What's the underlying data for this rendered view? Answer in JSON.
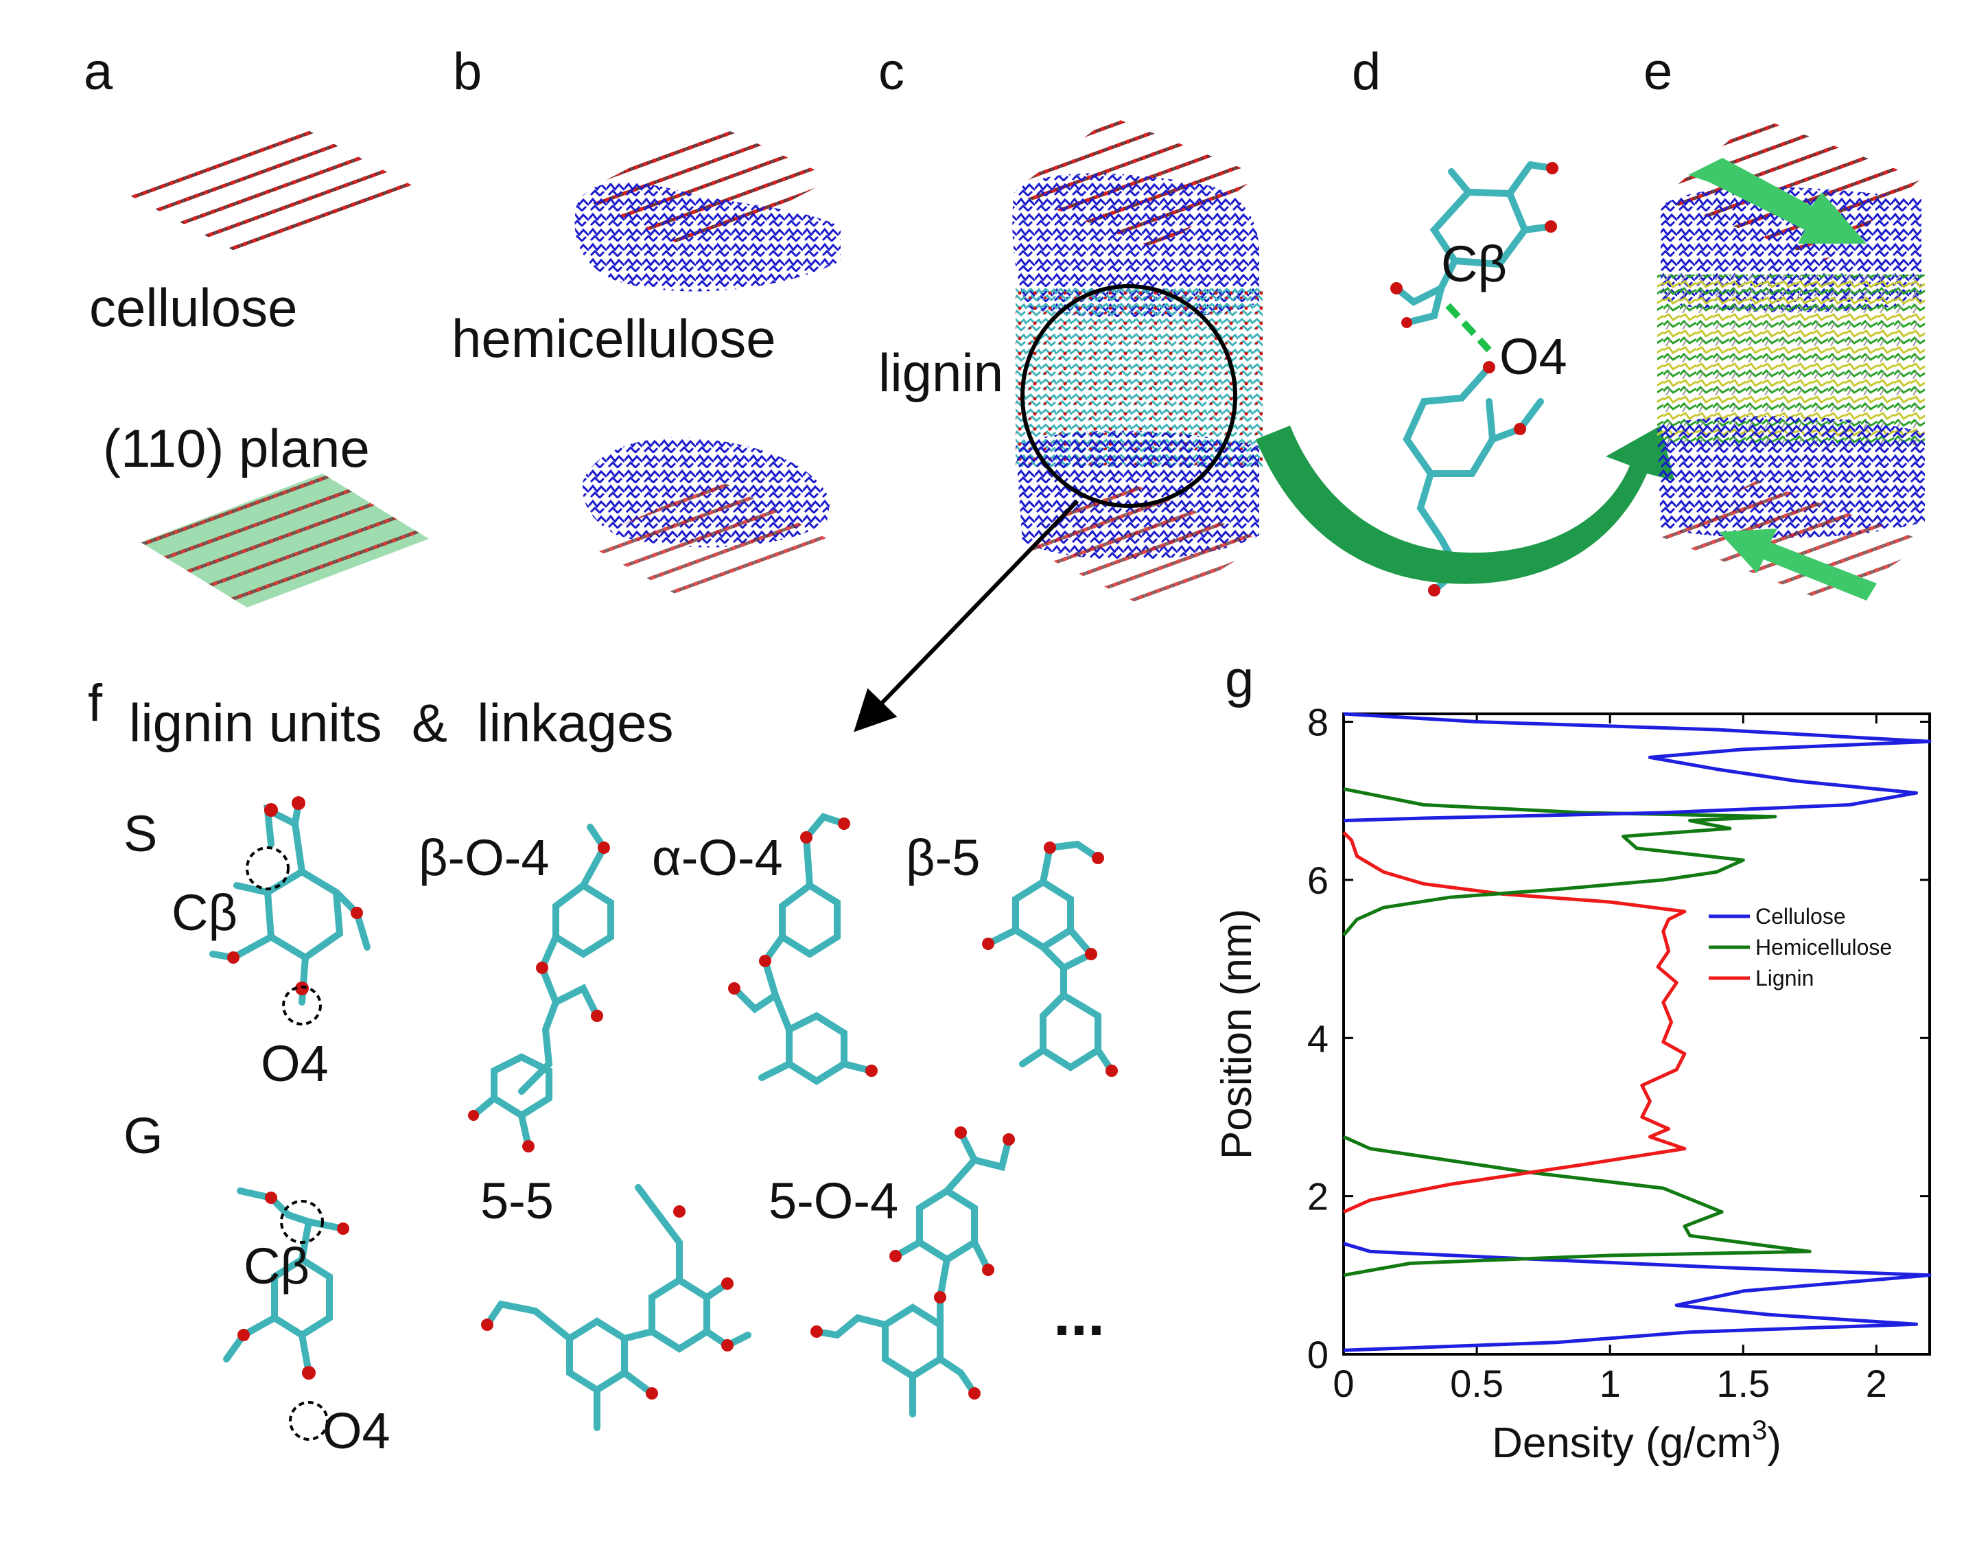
{
  "panels": {
    "a": {
      "letter": "a",
      "label_top": "cellulose",
      "label_bottom": "(110) plane"
    },
    "b": {
      "letter": "b",
      "label": "hemicellulose"
    },
    "c": {
      "letter": "c",
      "label": "lignin"
    },
    "d": {
      "letter": "d",
      "label_cb": "Cβ",
      "label_o4": "O4"
    },
    "e": {
      "letter": "e"
    },
    "f": {
      "letter": "f",
      "title": "lignin units  &  linkages",
      "unit_s": "S",
      "unit_g": "G",
      "cb_s": "Cβ",
      "o4_s": "O4",
      "cb_g": "Cβ",
      "o4_g": "O4",
      "linkages": [
        "β-O-4",
        "α-O-4",
        "β-5",
        "5-5",
        "5-O-4"
      ],
      "ellipsis": "..."
    },
    "g": {
      "letter": "g"
    }
  },
  "colors": {
    "cellulose": "#8a1f1f",
    "hemicellulose": "#1a1acc",
    "lignin_atoms": "#3fb3b8",
    "oxygen": "#cc1111",
    "arrow_green": "#1e9a4a",
    "plane_green": "#9fdcb0",
    "lignin_yellow": "#c8c832"
  },
  "chart_data": {
    "type": "line",
    "xlabel": "Density (g/cm",
    "xlabel_sup": "3",
    "xlabel_end": ")",
    "ylabel": "Position (nm)",
    "xlim": [
      0,
      2.2
    ],
    "ylim": [
      0,
      8.1
    ],
    "xticks": [
      "0",
      "0.5",
      "1",
      "1.5",
      "2"
    ],
    "xtick_values": [
      0,
      0.5,
      1,
      1.5,
      2
    ],
    "yticks": [
      "0",
      "2",
      "4",
      "6",
      "8"
    ],
    "ytick_values": [
      0,
      2,
      4,
      6,
      8
    ],
    "legend_position": "center-right",
    "series": [
      {
        "name": "Cellulose",
        "color": "#1f1fe0",
        "points": [
          [
            0,
            0.05
          ],
          [
            0.8,
            0.15
          ],
          [
            1.3,
            0.28
          ],
          [
            2.15,
            0.38
          ],
          [
            1.6,
            0.5
          ],
          [
            1.25,
            0.62
          ],
          [
            1.5,
            0.8
          ],
          [
            2.2,
            1.0
          ],
          [
            1.4,
            1.1
          ],
          [
            0.6,
            1.22
          ],
          [
            0.1,
            1.3
          ],
          [
            0,
            1.4
          ]
        ]
      },
      {
        "name": "Hemicellulose",
        "color": "#127a12",
        "points": [
          [
            0,
            1.0
          ],
          [
            0.25,
            1.15
          ],
          [
            1.0,
            1.25
          ],
          [
            1.75,
            1.3
          ],
          [
            1.3,
            1.5
          ],
          [
            1.28,
            1.62
          ],
          [
            1.42,
            1.8
          ],
          [
            1.2,
            2.1
          ],
          [
            0.7,
            2.3
          ],
          [
            0.3,
            2.5
          ],
          [
            0.1,
            2.6
          ],
          [
            0,
            2.75
          ]
        ]
      },
      {
        "name": "Lignin",
        "color": "#ee1a1a",
        "points": [
          [
            0,
            1.8
          ],
          [
            0.1,
            1.95
          ],
          [
            0.4,
            2.15
          ],
          [
            0.9,
            2.4
          ],
          [
            1.28,
            2.6
          ],
          [
            1.15,
            2.75
          ],
          [
            1.22,
            2.85
          ],
          [
            1.12,
            3.0
          ],
          [
            1.15,
            3.2
          ],
          [
            1.12,
            3.4
          ],
          [
            1.25,
            3.6
          ],
          [
            1.28,
            3.8
          ],
          [
            1.2,
            3.95
          ],
          [
            1.23,
            4.2
          ],
          [
            1.2,
            4.45
          ],
          [
            1.25,
            4.7
          ],
          [
            1.18,
            4.9
          ],
          [
            1.22,
            5.1
          ],
          [
            1.2,
            5.35
          ],
          [
            1.22,
            5.5
          ],
          [
            1.28,
            5.6
          ],
          [
            1.0,
            5.72
          ],
          [
            0.6,
            5.82
          ],
          [
            0.3,
            5.95
          ],
          [
            0.15,
            6.1
          ],
          [
            0.05,
            6.3
          ],
          [
            0.03,
            6.5
          ],
          [
            0,
            6.6
          ]
        ]
      },
      {
        "name": "Hemicellulose",
        "color": "#127a12",
        "points": [
          [
            0,
            5.3
          ],
          [
            0.05,
            5.5
          ],
          [
            0.15,
            5.65
          ],
          [
            0.4,
            5.78
          ],
          [
            0.8,
            5.88
          ],
          [
            1.2,
            6.0
          ],
          [
            1.4,
            6.1
          ],
          [
            1.5,
            6.25
          ],
          [
            1.1,
            6.4
          ],
          [
            1.05,
            6.55
          ],
          [
            1.45,
            6.65
          ],
          [
            1.3,
            6.75
          ],
          [
            1.62,
            6.8
          ],
          [
            0.9,
            6.85
          ],
          [
            0.3,
            6.95
          ],
          [
            0.15,
            7.05
          ],
          [
            0,
            7.15
          ]
        ]
      },
      {
        "name": "Cellulose",
        "color": "#1f1fe0",
        "points": [
          [
            0,
            6.75
          ],
          [
            0.3,
            6.78
          ],
          [
            1.2,
            6.85
          ],
          [
            1.9,
            6.95
          ],
          [
            2.15,
            7.1
          ],
          [
            1.7,
            7.25
          ],
          [
            1.4,
            7.4
          ],
          [
            1.15,
            7.55
          ],
          [
            1.5,
            7.65
          ],
          [
            2.2,
            7.75
          ],
          [
            1.4,
            7.9
          ],
          [
            0.5,
            8.0
          ],
          [
            0,
            8.1
          ]
        ]
      }
    ]
  }
}
